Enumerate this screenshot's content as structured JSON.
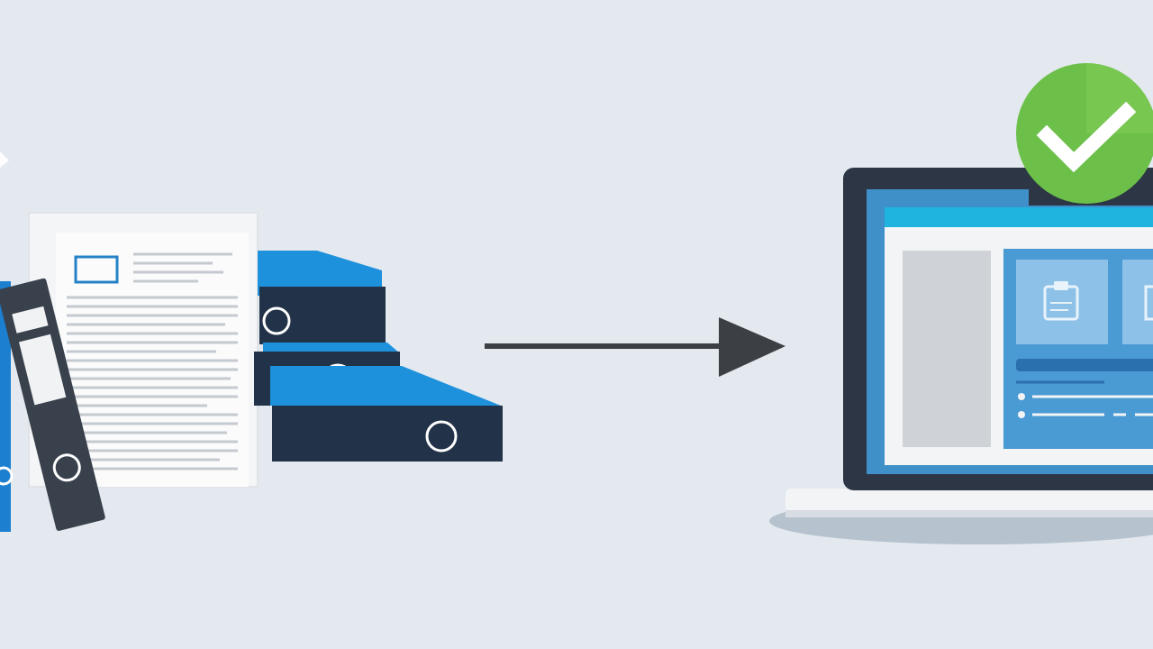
{
  "illustration": {
    "source": "paper-documents-and-binders",
    "target": "laptop-digital-records",
    "status": "complete"
  },
  "colors": {
    "background": "#e3e9ef",
    "binder_navy": "#213249",
    "binder_blue": "#1c8fd8",
    "binder_grey": "#3a4450",
    "paper": "#f7f8f9",
    "paper_lines": "#c9ced4",
    "arrow": "#3c3f43",
    "laptop_frame": "#2c3644",
    "screen_blue": "#3f8fc9",
    "screen_header": "#1fb4e0",
    "panel_light": "#8ec1e8",
    "check_green": "#6cc04a",
    "check_mark": "#ffffff"
  },
  "icons": [
    "binder-stack-icon",
    "document-icon",
    "arrow-right-icon",
    "laptop-icon",
    "checkmark-badge-icon"
  ]
}
